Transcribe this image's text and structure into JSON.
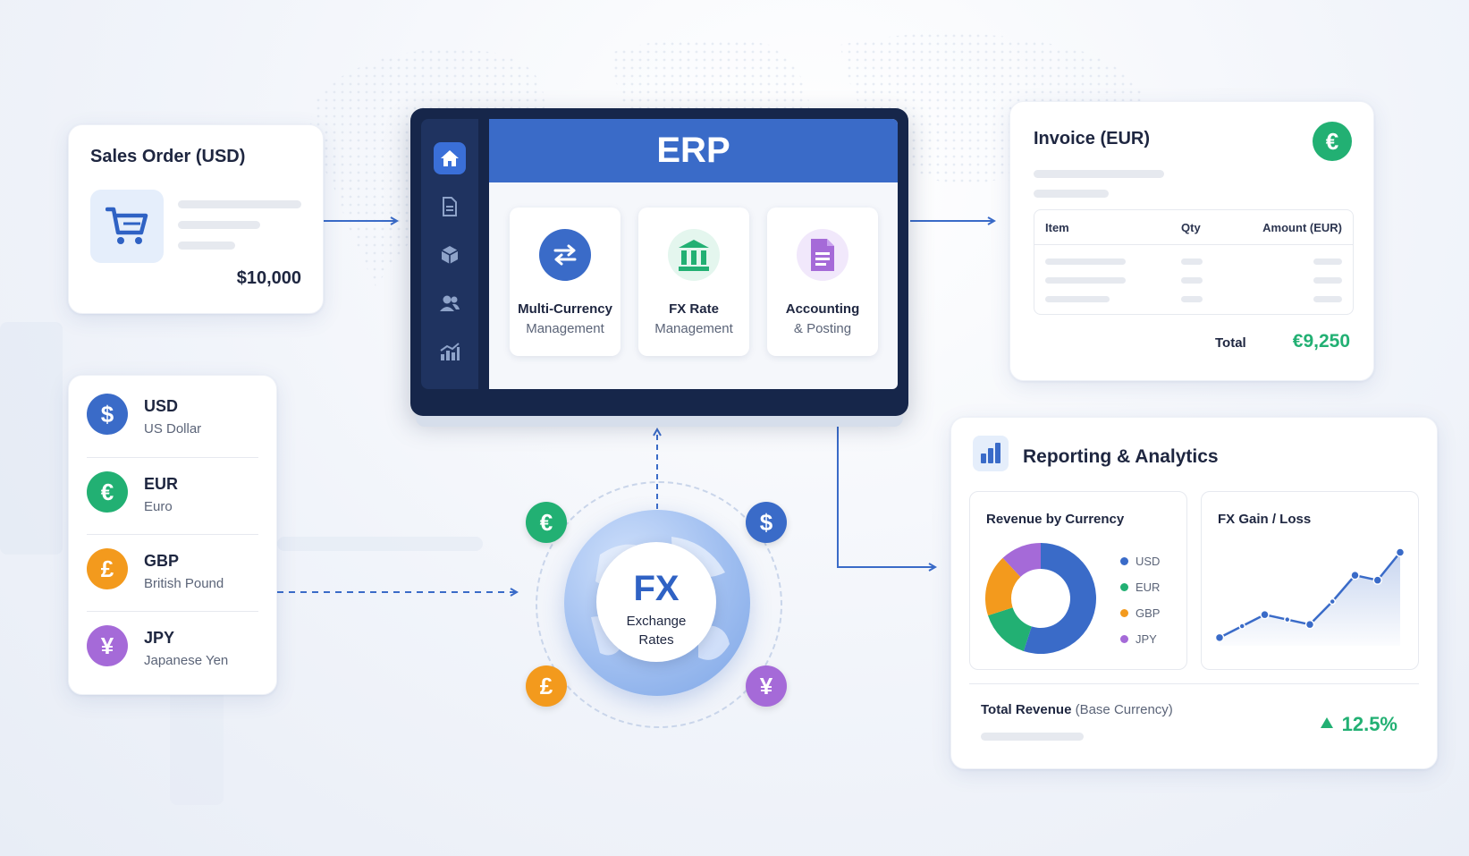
{
  "colors": {
    "blue": "#3a6bc8",
    "green": "#22b073",
    "orange": "#f39a1d",
    "purple": "#a56ad8",
    "navy": "#16264a"
  },
  "sales_order": {
    "title": "Sales Order (USD)",
    "amount": "$10,000",
    "icon": "shopping-cart-icon"
  },
  "currencies": [
    {
      "code": "USD",
      "name": "US Dollar",
      "symbol": "$",
      "color": "#3a6bc8"
    },
    {
      "code": "EUR",
      "name": "Euro",
      "symbol": "€",
      "color": "#22b073"
    },
    {
      "code": "GBP",
      "name": "British Pound",
      "symbol": "£",
      "color": "#f39a1d"
    },
    {
      "code": "JPY",
      "name": "Japanese Yen",
      "symbol": "¥",
      "color": "#a56ad8"
    }
  ],
  "erp": {
    "title": "ERP",
    "sidebar_icons": [
      "home-icon",
      "document-icon",
      "box-icon",
      "users-icon",
      "chart-icon"
    ],
    "modules": [
      {
        "line1": "Multi-Currency",
        "line2": "Management",
        "icon": "exchange-arrows-icon"
      },
      {
        "line1": "FX Rate",
        "line2": "Management",
        "icon": "bank-icon"
      },
      {
        "line1": "Accounting",
        "line2": "& Posting",
        "icon": "document-icon"
      }
    ]
  },
  "invoice": {
    "title": "Invoice (EUR)",
    "badge_symbol": "€",
    "columns": [
      "Item",
      "Qty",
      "Amount (EUR)"
    ],
    "total_label": "Total",
    "total_value": "€9,250"
  },
  "fx": {
    "title": "FX",
    "line1": "Exchange",
    "line2": "Rates",
    "coins": [
      "€",
      "$",
      "£",
      "¥"
    ]
  },
  "reporting": {
    "title": "Reporting & Analytics",
    "revenue_title": "Revenue by Currency",
    "fx_title": "FX Gain / Loss",
    "total_label": "Total Revenue",
    "total_suffix": "(Base Currency)",
    "total_change": "12.5%"
  },
  "chart_data": [
    {
      "type": "pie",
      "title": "Revenue by Currency",
      "categories": [
        "USD",
        "EUR",
        "GBP",
        "JPY"
      ],
      "values": [
        55,
        15,
        18,
        12
      ],
      "colors": [
        "#3a6bc8",
        "#22b073",
        "#f39a1d",
        "#a56ad8"
      ]
    },
    {
      "type": "area",
      "title": "FX Gain / Loss",
      "x": [
        1,
        2,
        3,
        4,
        5,
        6,
        7,
        8,
        9
      ],
      "values": [
        10,
        24,
        38,
        32,
        26,
        54,
        86,
        80,
        114
      ],
      "ylim": [
        0,
        120
      ]
    }
  ]
}
